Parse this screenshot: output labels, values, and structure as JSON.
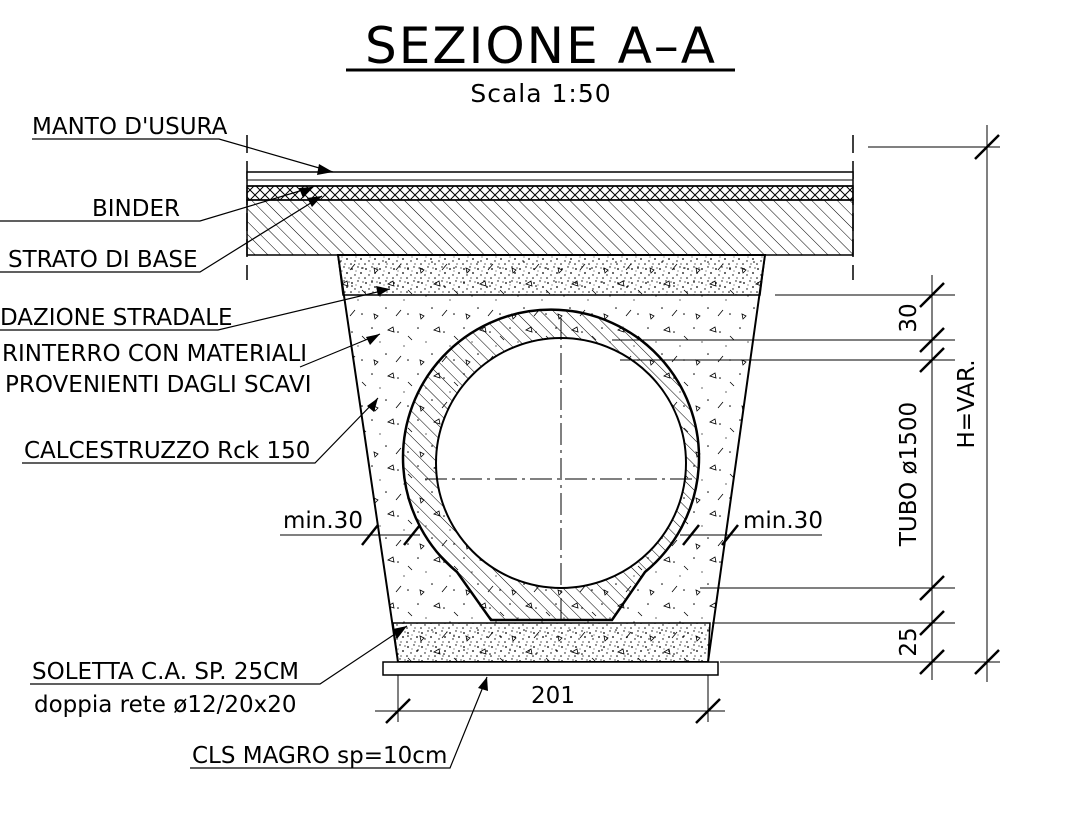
{
  "title": "SEZIONE A–A",
  "scale": "Scala 1:50",
  "labels": {
    "manto": "MANTO D'USURA",
    "binder": "BINDER",
    "strato_base": "STRATO DI BASE",
    "fondazione": "DAZIONE STRADALE",
    "rinterro_1": "RINTERRO CON MATERIALI",
    "rinterro_2": "PROVENIENTI DAGLI SCAVI",
    "calcestruzzo": "CALCESTRUZZO Rck 150",
    "soletta_1": "SOLETTA C.A. SP. 25CM",
    "soletta_2": "doppia rete ø12/20x20",
    "cls_magro": "CLS MAGRO sp=10cm"
  },
  "dimensions": {
    "min_left": "min.30",
    "min_right": "min.30",
    "d30": "30",
    "tubo": "TUBO ø1500",
    "d25": "25",
    "h_var": "H=VAR.",
    "width": "201"
  },
  "colors": {
    "line": "#000000",
    "background": "#ffffff"
  }
}
